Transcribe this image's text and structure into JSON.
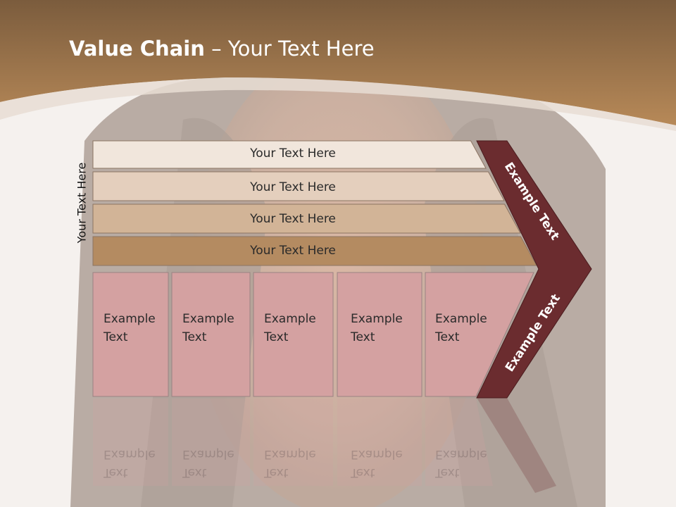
{
  "title": {
    "bold": "Value Chain",
    "rest": " – Your Text Here"
  },
  "vertical_label": "Your Text Here",
  "bands": [
    {
      "label": "Your Text Here"
    },
    {
      "label": "Your Text Here"
    },
    {
      "label": "Your Text Here"
    },
    {
      "label": "Your Text Here"
    }
  ],
  "boxes": [
    {
      "line1": "Example",
      "line2": "Text"
    },
    {
      "line1": "Example",
      "line2": "Text"
    },
    {
      "line1": "Example",
      "line2": "Text"
    },
    {
      "line1": "Example",
      "line2": "Text"
    },
    {
      "line1": "Example",
      "line2": "Text"
    }
  ],
  "arrow": {
    "upper_label": "Example Text",
    "lower_label": "Example Text"
  },
  "colors": {
    "header": "#a8794c",
    "band1": "#f1e6dc",
    "band2": "#e4cfbd",
    "band3": "#d2b497",
    "band4": "#b48b61",
    "box": "#d4a1a1",
    "arrow": "#6b2c2f"
  }
}
